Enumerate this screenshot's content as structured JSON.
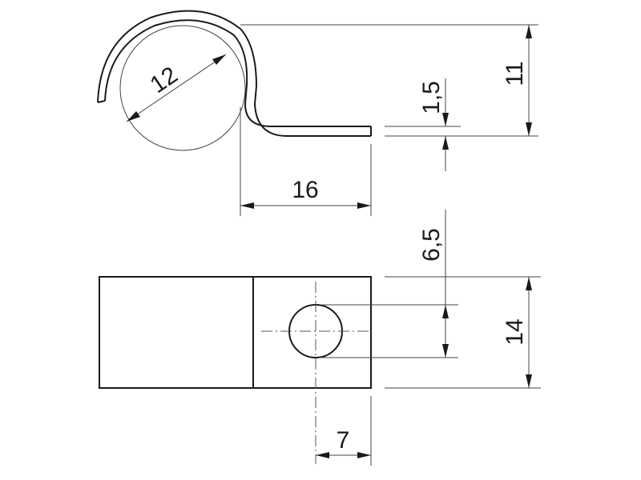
{
  "drawing": {
    "dimensions": {
      "clip_inner_diameter": "12",
      "material_thickness": "1,5",
      "clip_height": "11",
      "tab_length": "16",
      "hole_diameter": "6,5",
      "clip_width": "14",
      "hole_offset": "7"
    },
    "colors": {
      "line": "#1a1a1a",
      "background": "#ffffff"
    }
  }
}
